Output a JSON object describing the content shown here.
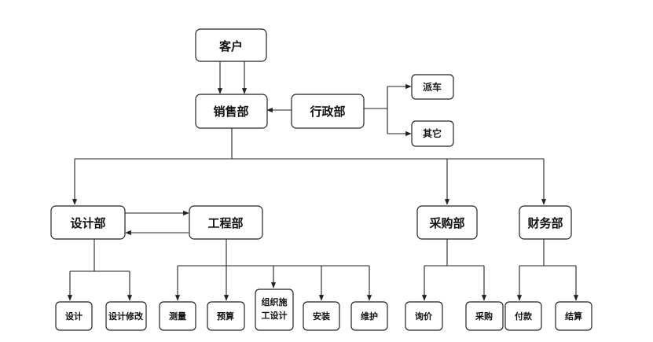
{
  "diagram": {
    "type": "org-flowchart",
    "nodes": {
      "customer": "客户",
      "sales": "销售部",
      "admin": "行政部",
      "dispatch": "派车",
      "other": "其它",
      "design_dept": "设计部",
      "engineering": "工程部",
      "purchasing": "采购部",
      "finance": "财务部",
      "design": "设计",
      "design_revision": "设计修改",
      "survey": "测量",
      "budget": "预算",
      "org_construction_line1": "组织施",
      "org_construction_line2": "工设计",
      "install": "安装",
      "maintenance": "维护",
      "inquiry": "询价",
      "procurement": "采购",
      "payment": "付款",
      "settlement": "结算"
    },
    "edges": [
      [
        "customer",
        "sales"
      ],
      [
        "customer",
        "sales"
      ],
      [
        "admin",
        "sales"
      ],
      [
        "admin",
        "dispatch"
      ],
      [
        "admin",
        "other"
      ],
      [
        "sales",
        "design_dept"
      ],
      [
        "sales",
        "purchasing"
      ],
      [
        "sales",
        "finance"
      ],
      [
        "design_dept",
        "engineering"
      ],
      [
        "engineering",
        "design_dept"
      ],
      [
        "design_dept",
        "design"
      ],
      [
        "design_dept",
        "design_revision"
      ],
      [
        "engineering",
        "survey"
      ],
      [
        "engineering",
        "budget"
      ],
      [
        "engineering",
        "org_construction"
      ],
      [
        "engineering",
        "install"
      ],
      [
        "engineering",
        "maintenance"
      ],
      [
        "purchasing",
        "inquiry"
      ],
      [
        "purchasing",
        "procurement"
      ],
      [
        "finance",
        "payment"
      ],
      [
        "finance",
        "settlement"
      ]
    ]
  }
}
